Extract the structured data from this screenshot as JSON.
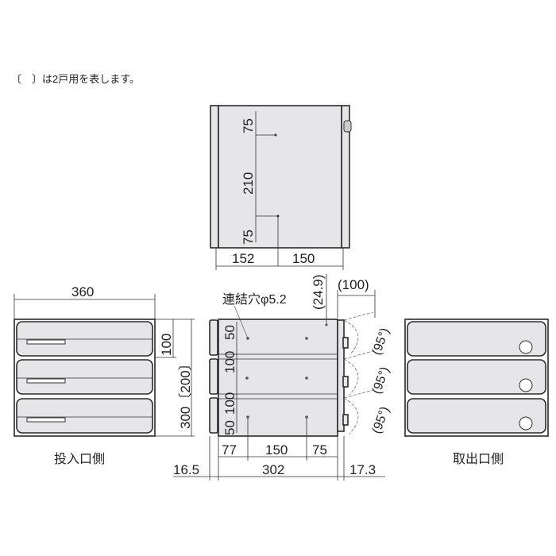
{
  "note": "〔　〕は2戸用を表します。",
  "top_view": {
    "dims_vertical": [
      "75",
      "210",
      "75"
    ],
    "dims_horizontal": [
      "152",
      "150"
    ]
  },
  "front_view": {
    "width": "360",
    "drawer_height": "100",
    "total_height": "300〔200〕",
    "caption": "投入口側"
  },
  "side_view": {
    "hole_label": "連結穴φ5.2",
    "offset_top": "(24.9)",
    "door_depth": "(100)",
    "door_angles": [
      "(95°)",
      "(95°)",
      "(95°)"
    ],
    "dims_vertical": [
      "50",
      "100",
      "100",
      "50"
    ],
    "dims_holes": [
      "77",
      "150",
      "75"
    ],
    "dims_overall": [
      "16.5",
      "302",
      "17.3"
    ]
  },
  "back_view": {
    "caption": "取出口側"
  },
  "colors": {
    "panel": "#e6e6e8",
    "line": "#2a2a2a"
  }
}
